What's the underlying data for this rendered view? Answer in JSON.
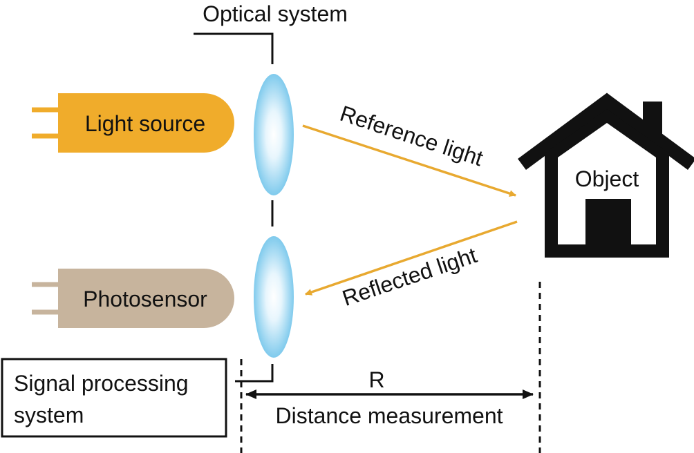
{
  "labels": {
    "optical_system": "Optical system",
    "light_source": "Light source",
    "photosensor": "Photosensor",
    "reference_light": "Reference light",
    "reflected_light": "Reflected light",
    "object": "Object",
    "signal_processing_line1": "Signal processing",
    "signal_processing_line2": "system",
    "distance_symbol": "R",
    "distance_measurement": "Distance measurement"
  },
  "colors": {
    "light_source_fill": "#f0ac2b",
    "photosensor_fill": "#c7b49d",
    "beam": "#e8a930",
    "lens_edge": "#6ec3ea",
    "lens_center": "#ffffff",
    "line": "#111111",
    "house": "#111111"
  },
  "icons": {
    "lens": "biconvex-lens-icon",
    "object": "house-icon"
  }
}
